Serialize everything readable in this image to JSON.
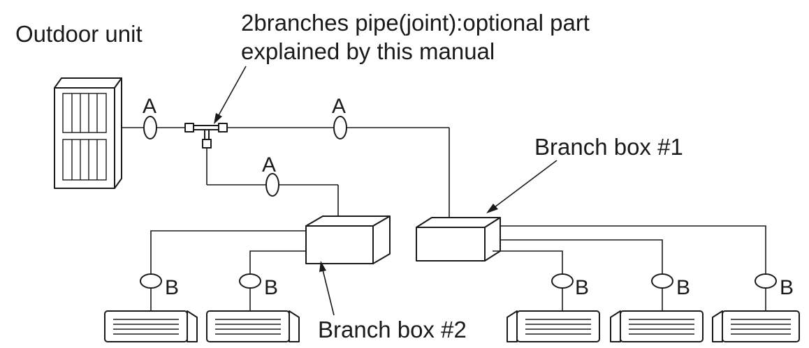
{
  "labels": {
    "outdoor_unit": "Outdoor unit",
    "joint_line1": "2branches pipe(joint):optional part",
    "joint_line2": "explained by this manual",
    "branch_box_1": "Branch box #1",
    "branch_box_2": "Branch box #2",
    "pipe_a": "A",
    "pipe_b": "B"
  }
}
